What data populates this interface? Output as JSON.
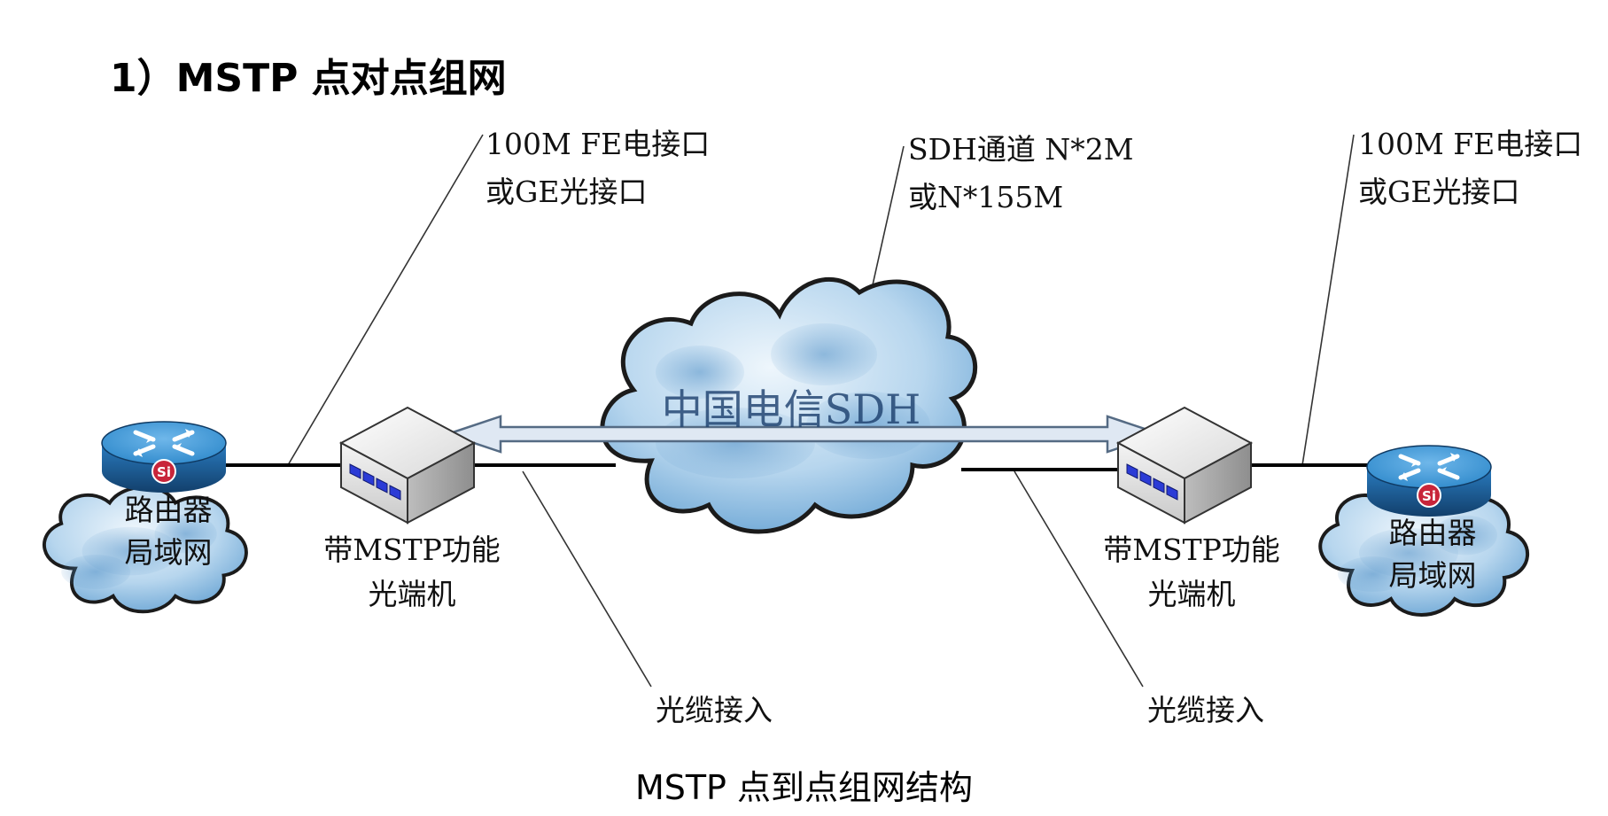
{
  "heading": "1）MSTP 点对点组网",
  "caption": "MSTP 点到点组网结构",
  "callouts": {
    "left_interface": [
      "100M FE电接口",
      "或GE光接口"
    ],
    "sdh_channel": [
      "SDH通道 N*2M",
      "或N*155M"
    ],
    "right_interface": [
      "100M FE电接口",
      "或GE光接口"
    ],
    "left_cable": "光缆接入",
    "right_cable": "光缆接入"
  },
  "cloud_center": "中国电信SDH",
  "left_site": {
    "router_label": "路由器",
    "lan_label": "局域网",
    "device_label": [
      "带MSTP功能",
      "光端机"
    ]
  },
  "right_site": {
    "router_label": "路由器",
    "lan_label": "局域网",
    "device_label": [
      "带MSTP功能",
      "光端机"
    ]
  },
  "router_badge": "Si",
  "icons": {
    "router": "router-icon",
    "optical_terminal": "optical-terminal-icon",
    "cloud": "cloud-icon",
    "arrow": "double-arrow-icon"
  },
  "colors": {
    "router_top": "#2f8fd0",
    "router_side": "#1a5d96",
    "badge": "#c8253a",
    "cloud_light": "#cfe4f5",
    "cloud_dark": "#5e9dd0",
    "arrow_fill": "#dfe8f3"
  }
}
